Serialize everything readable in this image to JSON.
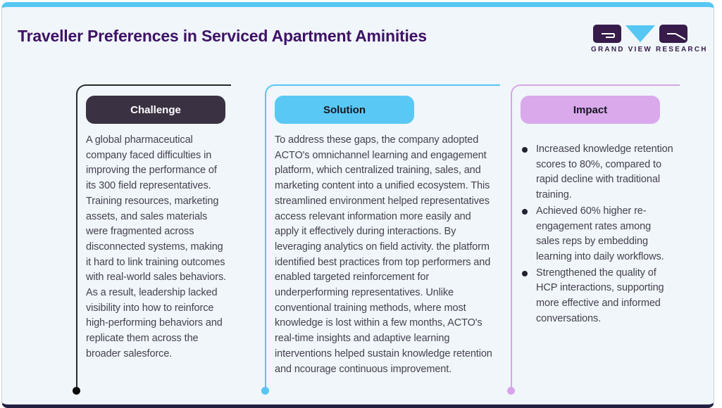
{
  "header": {
    "title": "Traveller Preferences in Serviced Apartment Aminities",
    "logo": {
      "brand": "GRAND VIEW RESEARCH",
      "mark_dark": "#371c4b",
      "mark_blue": "#56c6f2"
    }
  },
  "theme": {
    "top_bar": "#56c6f2",
    "bottom_bar": "#232041",
    "slide_background": "#f0f6fa",
    "title_color": "#3e1166",
    "body_text_color": "#45414f"
  },
  "cards": [
    {
      "label": "Challenge",
      "accent": "#2a2a2a",
      "dot": "#0b0b0b",
      "pill_bg": "#3a3142",
      "pill_text": "#ffffff",
      "body": "A global pharmaceutical company faced difficulties in improving the performance of its 300 field representatives. Training resources, marketing assets, and sales materials were fragmented across disconnected systems, making it hard to link training outcomes with real-world sales behaviors. As a result, leadership lacked visibility into how to reinforce high-performing behaviors and replicate them across the broader salesforce."
    },
    {
      "label": "Solution",
      "accent": "#56c6f2",
      "dot": "#56c6f2",
      "pill_bg": "#5ac8f5",
      "pill_text": "#15151f",
      "body": "To address these gaps, the company adopted ACTO's omnichannel learning and engagement platform, which centralized training, sales, and marketing content into a unified ecosystem. This streamlined environment helped representatives access relevant information more easily and apply it effectively during interactions. By leveraging analytics on field activity. the platform identified best practices from top performers and enabled targeted reinforcement for underperforming representatives. Unlike conventional training methods, where most knowledge is lost within a few months, ACTO's real-time insights and adaptive learning interventions helped sustain knowledge retention and ncourage continuous improvement."
    },
    {
      "label": "Impact",
      "accent": "#d5a6e8",
      "dot": "#d7a4ea",
      "pill_bg": "#d9a9ec",
      "pill_text": "#15151f",
      "bullets": [
        "Increased knowledge retention scores to 80%, compared to rapid decline with traditional training.",
        "Achieved 60% higher re-engagement rates among sales reps by embedding learning into daily workflows.",
        "Strengthened the quality of HCP interactions, supporting more effective and informed conversations."
      ]
    }
  ]
}
